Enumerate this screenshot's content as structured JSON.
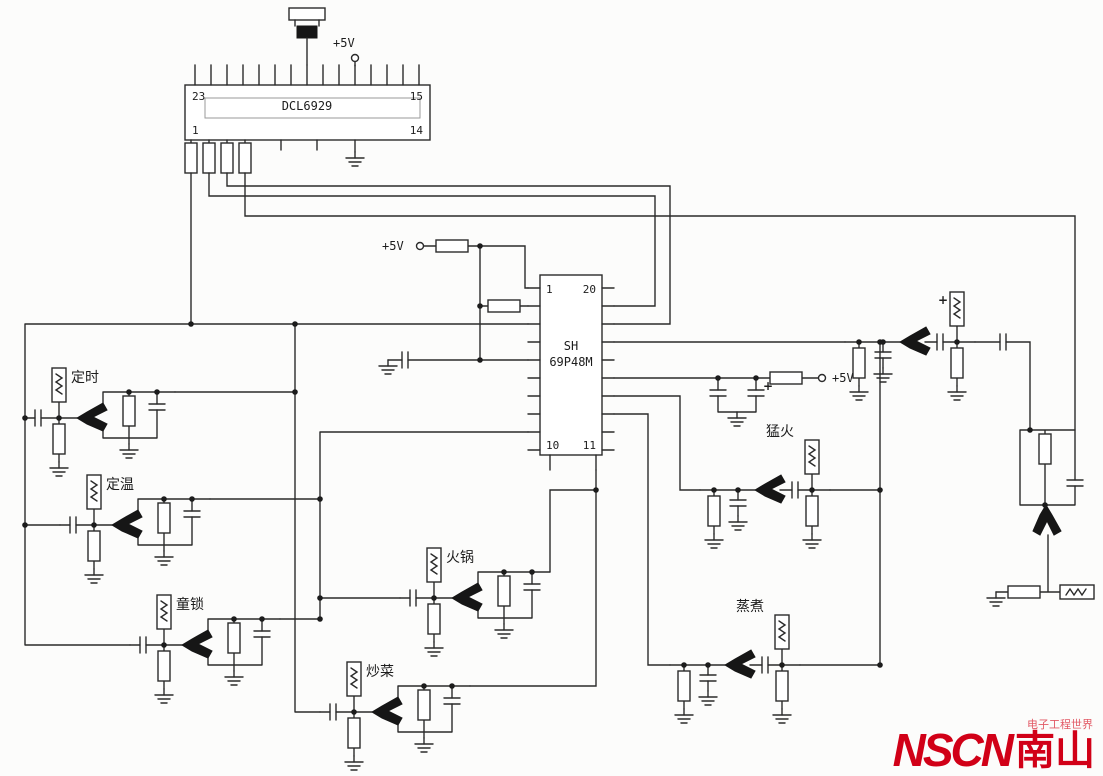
{
  "ics": {
    "dcl6929": {
      "name": "DCL6929",
      "pin_top_left": "23",
      "pin_top_right": "15",
      "pin_bottom_left": "1",
      "pin_bottom_right": "14"
    },
    "sh69p48m": {
      "name_line1": "SH",
      "name_line2": "69P48M",
      "pin_top_left": "1",
      "pin_top_right": "20",
      "pin_bottom_left": "10",
      "pin_bottom_right": "11"
    }
  },
  "power": {
    "vcc_top": "+5V",
    "vcc_mid": "+5V",
    "vcc_right": "+5V"
  },
  "buttons": [
    {
      "label": "定时"
    },
    {
      "label": "定温"
    },
    {
      "label": "童锁"
    },
    {
      "label": "炒菜"
    },
    {
      "label": "火锅"
    },
    {
      "label": "猛火"
    },
    {
      "label": "蒸煮"
    }
  ],
  "marks": {
    "plus": "+"
  },
  "logo": {
    "brand": "NSCN",
    "brand_suffix": "南山",
    "watermark": "电子工程世界"
  }
}
